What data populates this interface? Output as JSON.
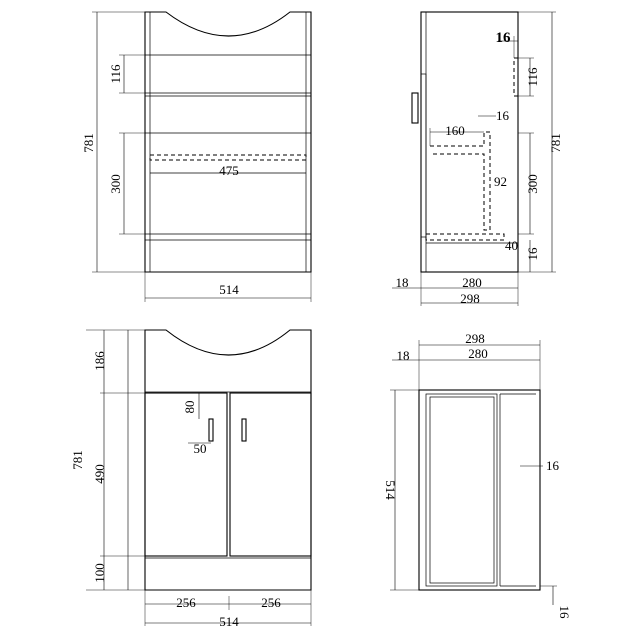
{
  "front_view": {
    "dim_height_total": "781",
    "dim_rail": "116",
    "dim_basin_gap": "300",
    "dim_inner_width": "475",
    "dim_width": "514"
  },
  "side_view": {
    "dim_door_thickness_top": "16",
    "dim_rail": "116",
    "dim_rail_depth": "16",
    "dim_shelf_depth": "160",
    "dim_upright": "92",
    "dim_gap": "300",
    "dim_plinth": "40",
    "dim_base": "16",
    "dim_door_thickness": "18",
    "dim_depth_inner": "280",
    "dim_depth_total": "298",
    "dim_height_total": "781"
  },
  "door_view": {
    "dim_top": "186",
    "dim_height_total": "781",
    "dim_doors": "490",
    "dim_plinth": "100",
    "dim_handle_offset": "80",
    "dim_handle_length": "50",
    "dim_left_door": "256",
    "dim_right_door": "256",
    "dim_width": "514"
  },
  "plan_view": {
    "dim_depth_total": "298",
    "dim_door_thickness": "18",
    "dim_depth_inner": "280",
    "dim_width": "514",
    "dim_panel": "16",
    "dim_base": "16"
  }
}
